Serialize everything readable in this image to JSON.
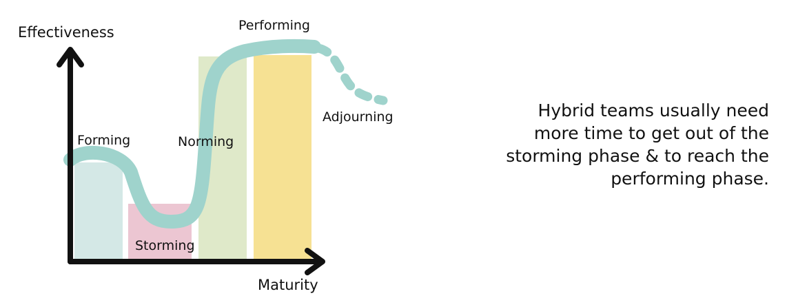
{
  "axes": {
    "y_label": "Effectiveness",
    "x_label": "Maturity"
  },
  "phases": [
    {
      "id": "forming",
      "label": "Forming",
      "color": "#d4e8e6"
    },
    {
      "id": "storming",
      "label": "Storming",
      "color": "#ecc6d2"
    },
    {
      "id": "norming",
      "label": "Norming",
      "color": "#dfe9c9"
    },
    {
      "id": "performing",
      "label": "Performing",
      "color": "#f6e193"
    },
    {
      "id": "adjourning",
      "label": "Adjourning",
      "color": ""
    }
  ],
  "curve_color": "#9fd3cc",
  "axis_color": "#111111",
  "note": {
    "lines": [
      "Hybrid teams usually need",
      "more time to get out of the",
      "storming phase & to reach the",
      "performing phase."
    ]
  }
}
